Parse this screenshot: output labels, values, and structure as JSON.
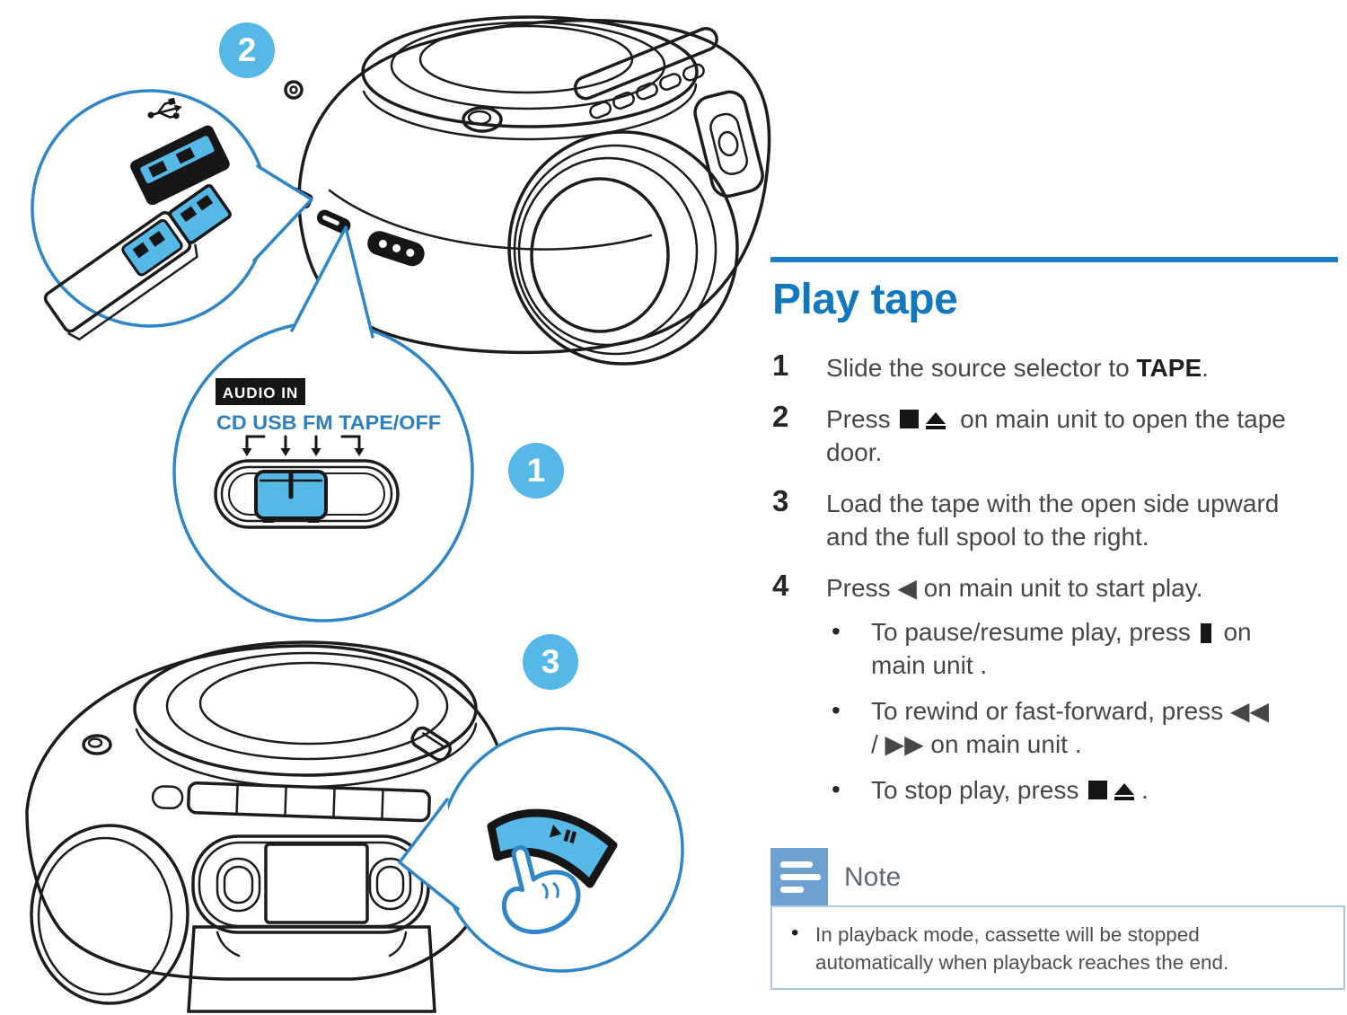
{
  "colors": {
    "heading_blue": "#1178be",
    "rule_blue": "#1b7ec6",
    "callout_stroke_blue": "#2e86c8",
    "badge_blue": "#56b8e7",
    "note_icon_blue": "#6fa0d2",
    "note_border_blue": "#a9c9e9",
    "line_art_ink": "#1c1c1c"
  },
  "badges": {
    "one": "1",
    "two": "2",
    "three": "3"
  },
  "selector_callout": {
    "audio_in": "AUDIO IN",
    "labels": "CD USB FM TAPE/OFF"
  },
  "icons": {
    "stop": "stop-square-icon",
    "eject": "eject-triangle-icon",
    "pause": "pause-bars-icon",
    "tape_play": "left-play-triangle-icon",
    "play_pause_button": "play-pause-icon",
    "usb_plug": "usb-trident-icon",
    "note": "note-list-icon"
  },
  "article": {
    "title": "Play tape",
    "steps": [
      {
        "num": "1",
        "pre": "Slide the source selector to ",
        "bold": "TAPE",
        "post": "."
      },
      {
        "num": "2",
        "pre": "Press ",
        "post": " on main unit to open the tape door."
      },
      {
        "num": "3",
        "text": "Load the tape with the open side upward and the full spool to the right."
      },
      {
        "num": "4",
        "text": "Press ◀ on main unit to start play."
      }
    ],
    "sub_bullets": [
      {
        "pre": "To pause/resume play, press ",
        "post": " on main unit ."
      },
      {
        "text": "To rewind or fast-forward, press ◀◀ / ▶▶ on main unit ."
      },
      {
        "pre": "To stop play, press ",
        "post": "."
      }
    ],
    "note": {
      "label": "Note",
      "items": [
        "In playback mode, cassette will be stopped automatically when playback reaches the end."
      ]
    }
  }
}
